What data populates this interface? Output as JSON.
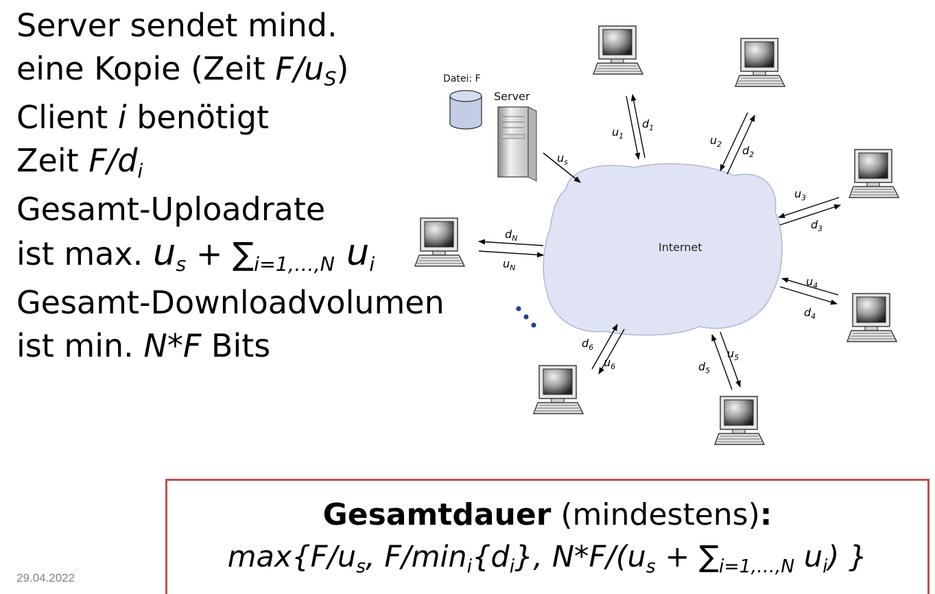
{
  "bullets": {
    "server_line1": "Server sendet mind.",
    "server_line2_pre": "eine Kopie (Zeit ",
    "server_line2_F": "F/u",
    "server_line2_sub": "S",
    "server_line2_post": ")",
    "client_line1_pre": "Client ",
    "client_line1_i": "i",
    "client_line1_post": " benötigt",
    "client_line2_pre": "Zeit ",
    "client_line2_F": "F/d",
    "client_line2_sub": "i",
    "upload_line1": "Gesamt-Uploadrate",
    "upload_line2_pre": "ist max. ",
    "upload_line2_u": "u",
    "upload_line2_s": "s",
    "upload_line2_plus": " + ∑",
    "upload_line2_sumsub": "i=1,…,N",
    "upload_line2_ui": " u",
    "upload_line2_isub": "i",
    "download_line1": "Gesamt-Downloadvolumen",
    "download_line2_pre": "ist min. ",
    "download_line2_NF": "N*F",
    "download_line2_post": " Bits"
  },
  "diagram": {
    "file_label": "Datei: F",
    "server_label": "Server",
    "internet_label": "Internet",
    "server_link_label": "u",
    "server_link_sub": "s",
    "clients": [
      {
        "u": "u",
        "u_sub": "1",
        "d": "d",
        "d_sub": "1"
      },
      {
        "u": "u",
        "u_sub": "2",
        "d": "d",
        "d_sub": "2"
      },
      {
        "u": "u",
        "u_sub": "3",
        "d": "d",
        "d_sub": "3"
      },
      {
        "u": "u",
        "u_sub": "4",
        "d": "d",
        "d_sub": "4"
      },
      {
        "u": "u",
        "u_sub": "5",
        "d": "d",
        "d_sub": "5"
      },
      {
        "u": "u",
        "u_sub": "6",
        "d": "d",
        "d_sub": "6"
      },
      {
        "u": "u",
        "u_sub": "N",
        "d": "d",
        "d_sub": "N"
      }
    ]
  },
  "formula": {
    "title_bold": "Gesamtdauer",
    "title_rest": " (mindestens)",
    "title_colon": ":",
    "p1": "max{F/u",
    "p1_sub": "s",
    "p2": ", F/min",
    "p2_sub": "i",
    "p3": "{d",
    "p3_sub": "i",
    "p4": "}, N*F/(u",
    "p4_sub": "s",
    "p5": " + ∑",
    "p5_sub": "i=1,…,N",
    "p6": " u",
    "p6_sub": "i",
    "p7": ") }"
  },
  "footer": {
    "date": "29.04.2022"
  },
  "colors": {
    "box_border": "#c0504d",
    "cloud_fill": "#dfe3f3",
    "db_fill": "#c3cde6",
    "dots": "#1f3d99"
  }
}
